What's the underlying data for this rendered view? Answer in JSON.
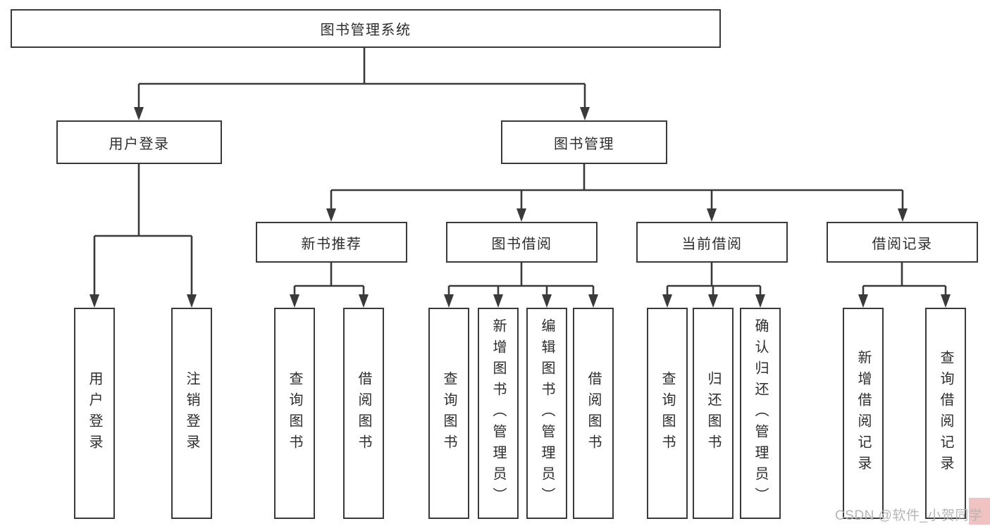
{
  "title": {
    "label": "图书管理系统"
  },
  "level2": [
    {
      "label": "用户登录"
    },
    {
      "label": "图书管理"
    }
  ],
  "level3": [
    {
      "label": "新书推荐"
    },
    {
      "label": "图书借阅"
    },
    {
      "label": "当前借阅"
    },
    {
      "label": "借阅记录"
    }
  ],
  "leaves": {
    "user_login": [
      {
        "label": "用户登录"
      },
      {
        "label": "注销登录"
      }
    ],
    "new_book": [
      {
        "label": "查询图书"
      },
      {
        "label": "借阅图书"
      }
    ],
    "borrow": [
      {
        "label": "查询图书"
      },
      {
        "label": "新增图书（管理员）"
      },
      {
        "label": "编辑图书（管理员）"
      },
      {
        "label": "借阅图书"
      }
    ],
    "current": [
      {
        "label": "查询图书"
      },
      {
        "label": "归还图书"
      },
      {
        "label": "确认归还（管理员）"
      }
    ],
    "records": [
      {
        "label": "新增借阅记录"
      },
      {
        "label": "查询借阅记录"
      }
    ]
  },
  "watermark": {
    "text": "CSDN @软件_小贺同学"
  },
  "colors": {
    "line": "#3a3a3a",
    "text": "#2d2d2d",
    "watermark_text": "#b5b5b5",
    "watermark_accent": "#f0c2c2"
  }
}
